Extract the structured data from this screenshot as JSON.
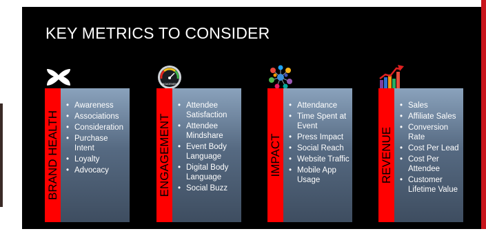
{
  "slide": {
    "title": "KEY METRICS TO CONSIDER",
    "panels": [
      {
        "label": "BRAND HEALTH",
        "icon": "under-armour-logo-icon",
        "items": [
          "Awareness",
          "Associations",
          "Consideration",
          "Purchase Intent",
          "Loyalty",
          "Advocacy"
        ]
      },
      {
        "label": "ENGAGEMENT",
        "icon": "engagement-gauge-icon",
        "icon_text": "ENGAGEMENT",
        "items": [
          "Attendee Satisfaction",
          "Attendee Mindshare",
          "Event Body Language",
          "Digital Body Language",
          "Social Buzz"
        ]
      },
      {
        "label": "IMPACT",
        "icon": "social-network-cluster-icon",
        "items": [
          "Attendance",
          "Time Spent at Event",
          "Press Impact",
          "Social Reach",
          "Website Traffic",
          "Mobile App Usage"
        ]
      },
      {
        "label": "REVENUE",
        "icon": "growth-bar-chart-icon",
        "items": [
          "Sales",
          "Affiliate Sales",
          "Conversion Rate",
          "Cost Per Lead",
          "Cost Per Attendee",
          "Customer Lifetime Value"
        ]
      }
    ]
  },
  "colors": {
    "background": "#000000",
    "accent": "#ff0000",
    "card": "#566a82",
    "text": "#ffffff"
  }
}
